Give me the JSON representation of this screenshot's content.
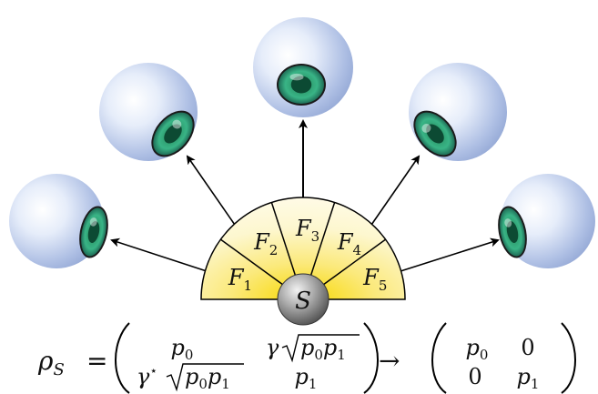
{
  "source": {
    "symbol": "S"
  },
  "fan": {
    "segments": [
      {
        "symbol": "F",
        "index": "1"
      },
      {
        "symbol": "F",
        "index": "2"
      },
      {
        "symbol": "F",
        "index": "3"
      },
      {
        "symbol": "F",
        "index": "4"
      },
      {
        "symbol": "F",
        "index": "5"
      }
    ]
  },
  "observers": [
    "eye-1",
    "eye-2",
    "eye-3",
    "eye-4",
    "eye-5"
  ],
  "equation": {
    "lhs": "ρ",
    "lhs_sub": "S",
    "equals": "=",
    "arrow": "→",
    "matrix_left": {
      "r1c1": "p",
      "r1c1_sub": "0",
      "r1c2_gamma": "γ",
      "r1c2_rad": "p",
      "r1c2_rad_sub1": "0",
      "r1c2_rad2": "p",
      "r1c2_rad_sub2": "1",
      "r2c1_gamma": "γ",
      "r2c1_star": "⋆",
      "r2c1_rad": "p",
      "r2c1_rad_sub1": "0",
      "r2c1_rad2": "p",
      "r2c1_rad_sub2": "1",
      "r2c2": "p",
      "r2c2_sub": "1"
    },
    "matrix_right": {
      "r1c1": "p",
      "r1c1_sub": "0",
      "r1c2": "0",
      "r2c1": "0",
      "r2c2": "p",
      "r2c2_sub": "1"
    }
  }
}
